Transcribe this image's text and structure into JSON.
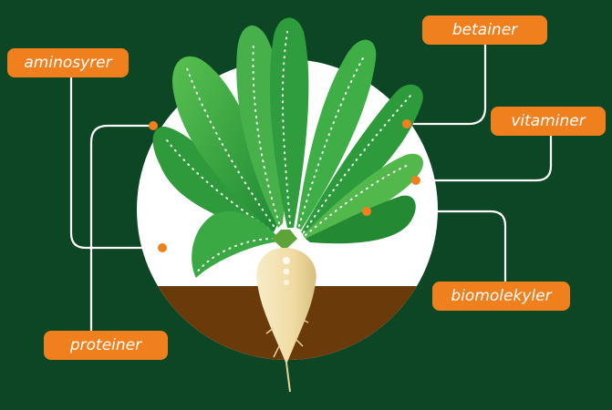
{
  "labels": {
    "aminosyrer": "aminosyrer",
    "betainer": "betainer",
    "vitaminer": "vitaminer",
    "biomolekyler": "biomolekyler",
    "proteiner": "proteiner"
  },
  "colors": {
    "background": "#0c4624",
    "label_fill": "#f0801e",
    "connector": "#ffffff",
    "endpoint": "#f0801e",
    "circle": "#ffffff",
    "soil": "#6b3a0a",
    "leaf_dark": "#1e7a2e",
    "leaf_light": "#4fb548",
    "beet_root": "#f3e1b0"
  }
}
